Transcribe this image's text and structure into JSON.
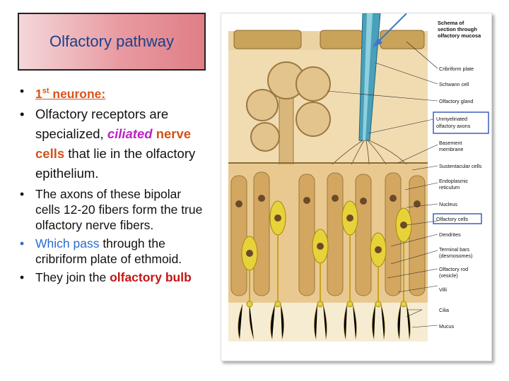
{
  "slide": {
    "title": "Olfactory pathway",
    "bullets": {
      "b1_prefix": "1",
      "b1_sup": "st",
      "b1_text": " neurone:",
      "b2_text1": "Olfactory receptors are specialized, ",
      "b2_ciliated": "ciliated",
      "b2_space": " ",
      "b2_nervecells": "nerve cells",
      "b2_text2": " that lie in the olfactory epithelium.",
      "b3_text": "The axons of these bipolar cells 12-20 fibers form the true olfactory nerve fibers.",
      "b4_blue": "Which pass",
      "b4_text": " through the cribriform plate of ethmoid.",
      "b5_text": "They join the ",
      "b5_red": "olfactory bulb"
    }
  },
  "figure": {
    "heading": [
      "Schema of",
      "section through",
      "olfactory mucosa"
    ],
    "labels": [
      "Cribriform plate",
      "Schwann cell",
      "Olfactory gland",
      "Unmyelinated",
      "olfactory axons",
      "Basement",
      "membrane",
      "Sustentacular cells",
      "Endoplasmic",
      "reticulum",
      "Nucleus",
      "Olfactory cells",
      "Dendrites",
      "Terminal bars",
      "(desmosomes)",
      "Olfactory rod",
      "(vesicle)",
      "Villi",
      "Cilia",
      "Mucus"
    ],
    "colors": {
      "tissue": "#e9c98f",
      "bone": "#c9a35a",
      "olfactory_cell": "#e8d23a",
      "axon_bundle": "#4aa0b8",
      "highlight_box": "#3b5fb8"
    }
  }
}
